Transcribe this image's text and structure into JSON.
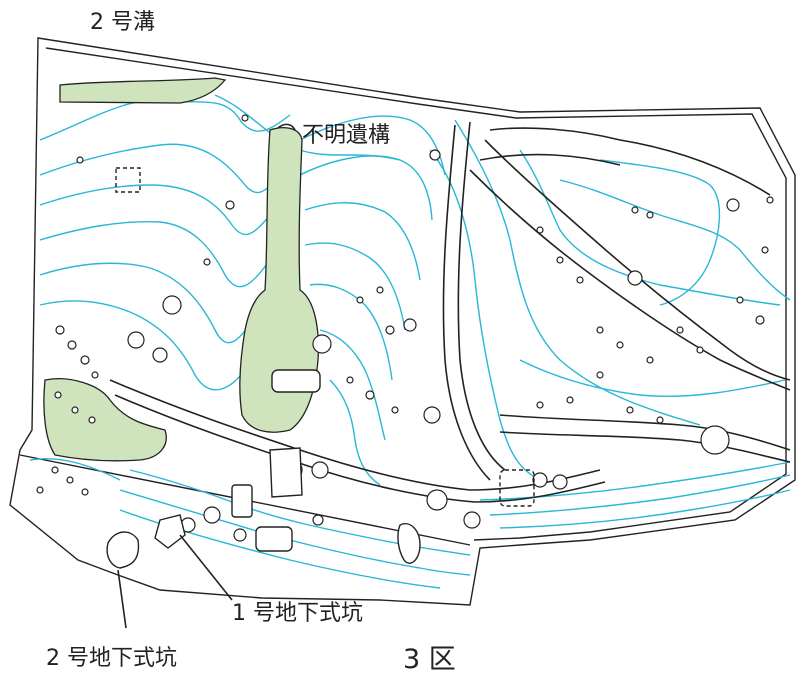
{
  "labels": {
    "ditch": "2 号溝",
    "unknown_feature": "不明遺構",
    "pit1": "1 号地下式坑",
    "pit2": "2 号地下式坑",
    "area": "3 区"
  },
  "colors": {
    "contour": "#29b7d6",
    "feature_fill": "#cfe3bd",
    "outline": "#222222",
    "background": "#ffffff"
  }
}
